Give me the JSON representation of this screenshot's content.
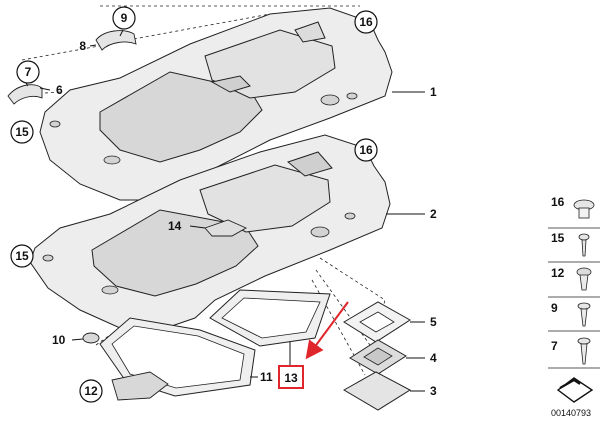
{
  "callouts": {
    "c1": "1",
    "c2": "2",
    "c3": "3",
    "c4": "4",
    "c5": "5",
    "c6": "6",
    "c7": "7",
    "c8": "8",
    "c9": "9",
    "c10": "10",
    "c11": "11",
    "c12": "12",
    "c13": "13",
    "c14": "14",
    "c15a": "15",
    "c15b": "15",
    "c16a": "16",
    "c16b": "16"
  },
  "legend": {
    "items": [
      "16",
      "15",
      "12",
      "9",
      "7"
    ]
  },
  "drawing_number": "00140793",
  "colors": {
    "panel_fill": "#ededed",
    "line": "#222222",
    "highlight": "#e0262b"
  }
}
